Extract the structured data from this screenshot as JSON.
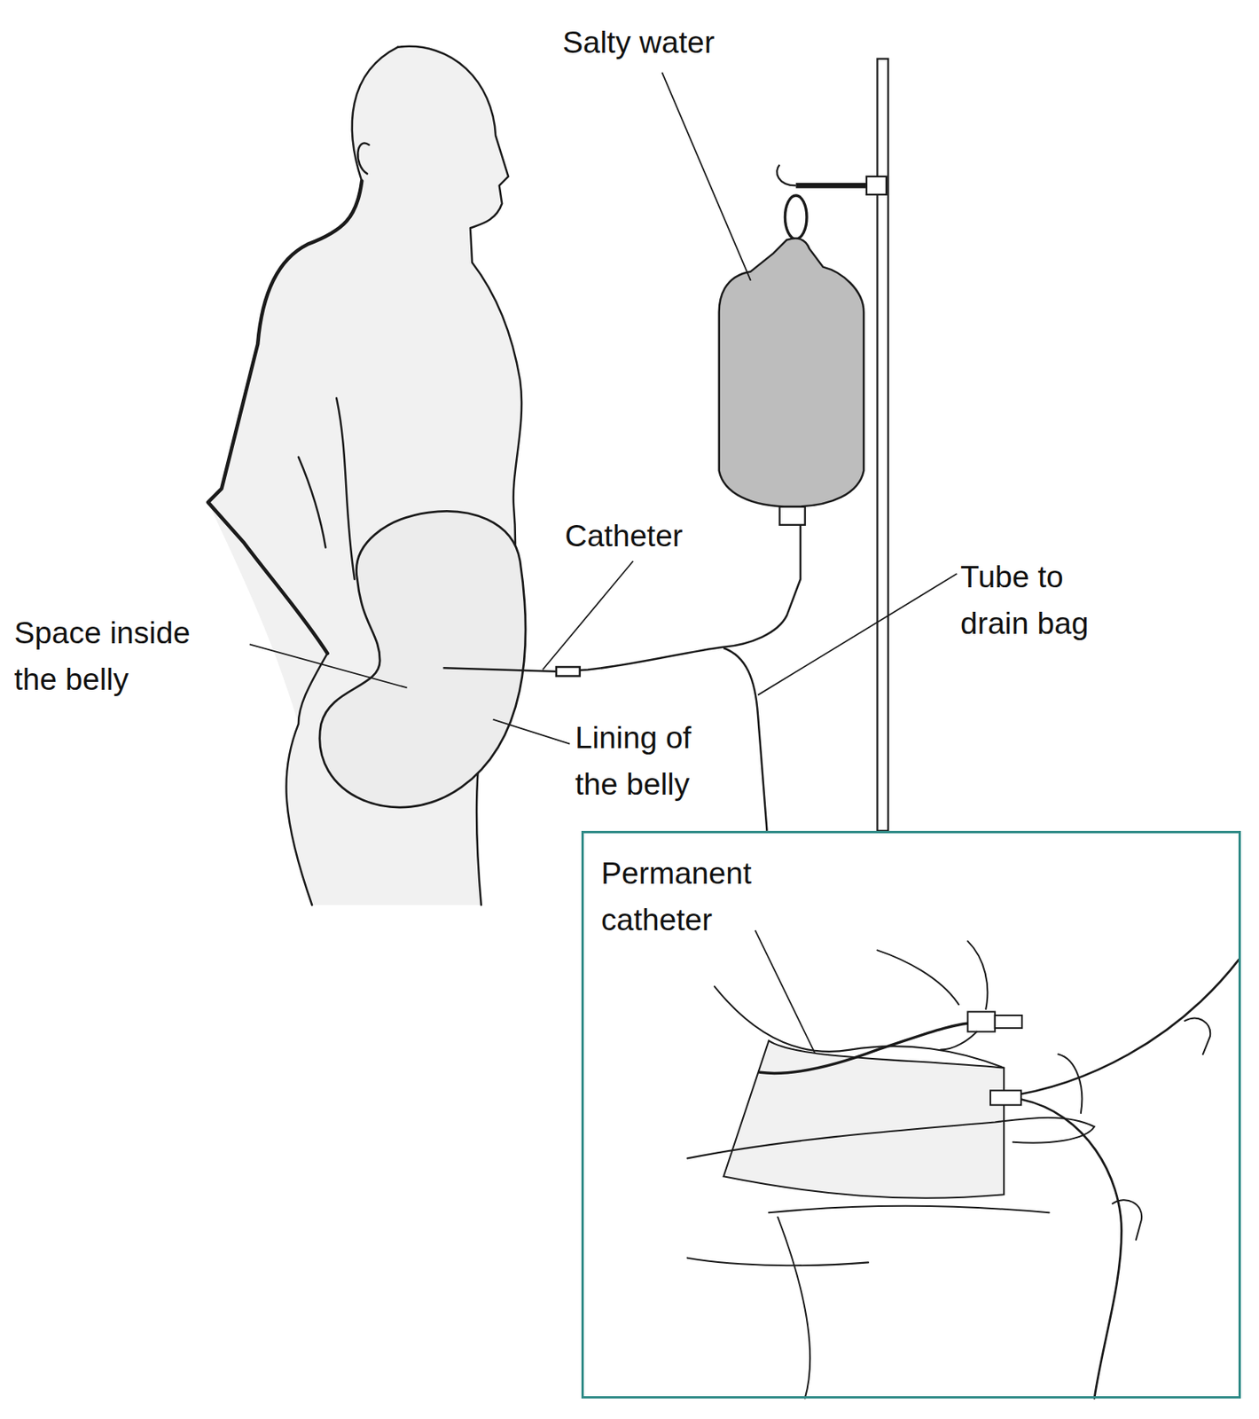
{
  "diagram": {
    "nodes": [
      {
        "text": [
          "Permanent catheter"
        ]
      }
    ],
    "labels": [
      "Salty water",
      "Catheter",
      "Tube to drain bag",
      "Space inside the belly",
      "Lining of the belly"
    ]
  }
}
